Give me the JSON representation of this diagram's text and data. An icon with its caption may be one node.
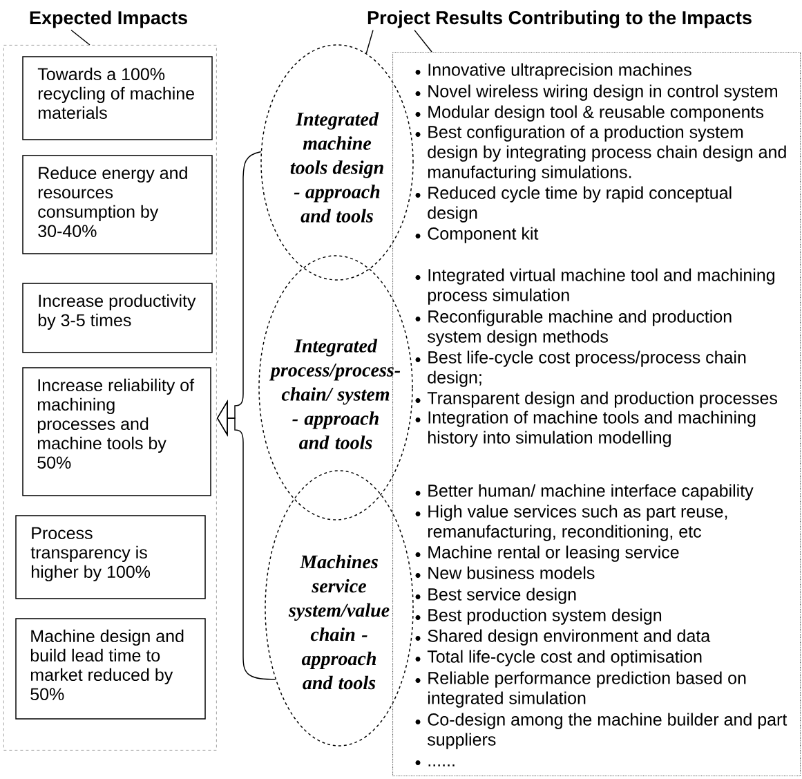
{
  "diagram": {
    "nodes": [
      {
        "text": [
          "Expected Impacts"
        ]
      },
      {
        "text": [],
        "shape": "box"
      },
      {
        "text": [
          "Towards a 100% recycling of machine materials"
        ],
        "in": 1
      },
      {
        "text": [
          "Reduce energy and resources consumption by 30-40%"
        ],
        "in": 1
      },
      {
        "text": [
          "Increase productivity by 3-5 times"
        ],
        "in": 1
      },
      {
        "text": [
          "Increase reliability of machining processes and machine tools by 50%"
        ],
        "in": 1
      },
      {
        "text": [
          "Process transparency is higher by 100%"
        ],
        "in": 1
      },
      {
        "text": [
          "Machine design and build lead time to market reduced by 50%"
        ],
        "in": 1
      },
      {
        "text": [
          "Project Results Contributing to the Impacts"
        ]
      },
      {
        "text": [
          "Integrated machine tools design - approach and tools"
        ]
      },
      {
        "text": [
          "Integrated process/process-chain/ system - approach and tools"
        ]
      },
      {
        "text": [
          "Machines service system/value chain - approach and tools"
        ]
      },
      {
        "text": [
          "Innovative ultraprecision machines",
          "Novel wireless wiring design in control system",
          "Modular design tool & reusable components",
          "Best configuration of a production system design by integrating process chain design and manufacturing simulations.",
          "Reduced cycle time by rapid conceptual design",
          "Component kit",
          "Integrated virtual machine tool and machining process simulation",
          "Reconfigurable machine and production system design methods",
          "Best life-cycle cost process/process chain design;",
          "Transparent design and production processes",
          "Integration of machine tools and machining history into simulation modelling",
          "Better human/ machine interface capability",
          "High value services such as part reuse, remanufacturing, reconditioning, etc",
          "Machine rental or leasing service",
          "New business models",
          "Best service design",
          "Best production system design",
          "Shared design environment and data",
          "Total life-cycle cost and optimisation",
          "Reliable performance prediction based on integrated simulation",
          "Co-design among the machine builder and part suppliers",
          "......"
        ]
      }
    ],
    "edges": [
      {
        "from": 0,
        "to": 1,
        "arrow": "none"
      },
      {
        "from": 8,
        "to": 9,
        "arrow": "none"
      },
      {
        "from": 8,
        "to": 12,
        "arrow": "none"
      },
      {
        "from": 9,
        "to": 1,
        "arrow": "to"
      },
      {
        "from": 11,
        "to": 1,
        "arrow": "to"
      }
    ]
  }
}
